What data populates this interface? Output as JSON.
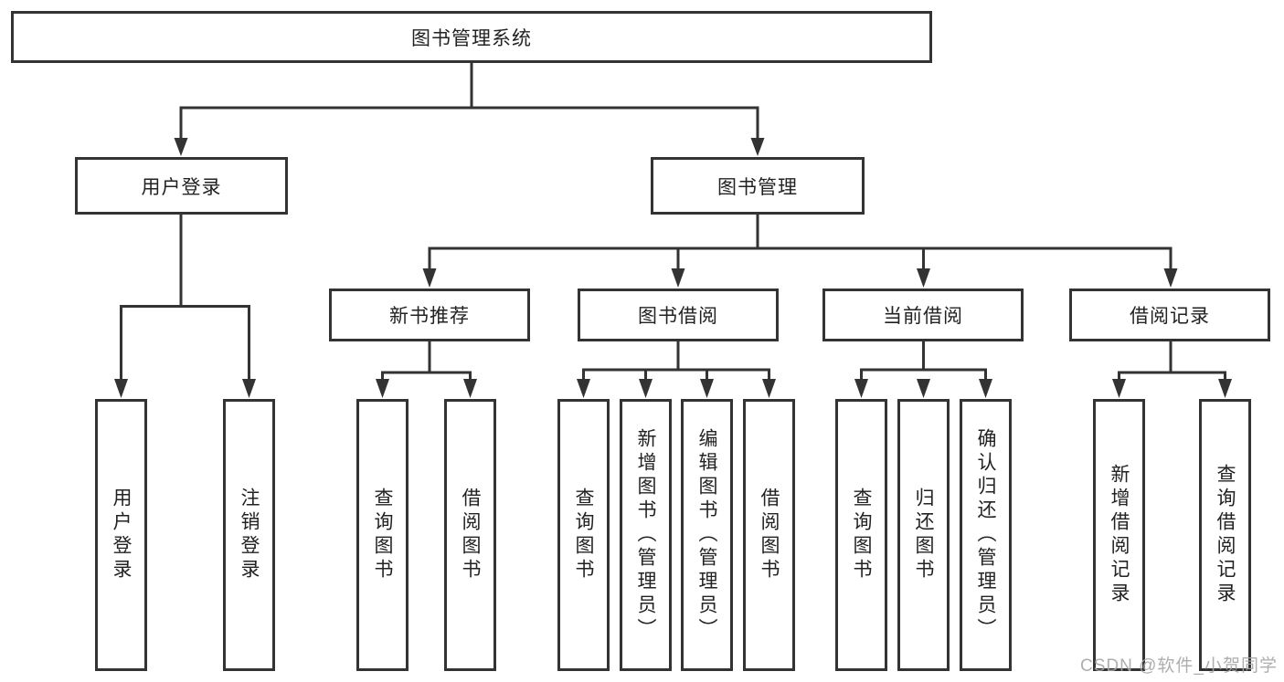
{
  "diagram": {
    "title": "图书管理系统",
    "colors": {
      "line": "#333333",
      "box_border": "#333333",
      "box_fill": "#ffffff",
      "text": "#222222",
      "watermark": "#a5a5a5"
    },
    "root": {
      "label": "图书管理系统"
    },
    "level2": [
      {
        "label": "用户登录"
      },
      {
        "label": "图书管理"
      }
    ],
    "level3": [
      {
        "label": "新书推荐"
      },
      {
        "label": "图书借阅"
      },
      {
        "label": "当前借阅"
      },
      {
        "label": "借阅记录"
      }
    ],
    "leaves": {
      "user_login": [
        {
          "label": "用户登录"
        },
        {
          "label": "注销登录"
        }
      ],
      "new_book_recommend": [
        {
          "label": "查询图书"
        },
        {
          "label": "借阅图书"
        }
      ],
      "book_borrow": [
        {
          "label": "查询图书"
        },
        {
          "label": "新增图书（管理员）"
        },
        {
          "label": "编辑图书（管理员）"
        },
        {
          "label": "借阅图书"
        }
      ],
      "current_borrow": [
        {
          "label": "查询图书"
        },
        {
          "label": "归还图书"
        },
        {
          "label": "确认归还（管理员）"
        }
      ],
      "borrow_records": [
        {
          "label": "新增借阅记录"
        },
        {
          "label": "查询借阅记录"
        }
      ]
    },
    "watermark": "CSDN @软件_小贺同学"
  }
}
